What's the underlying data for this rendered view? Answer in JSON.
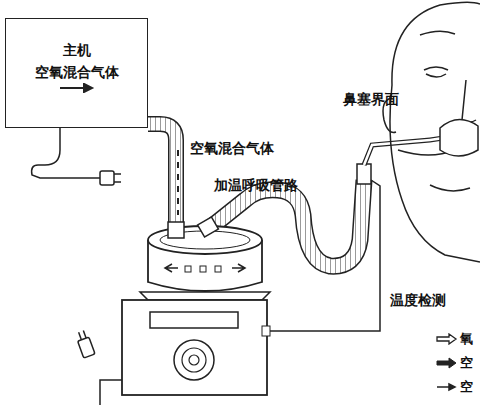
{
  "diagram": {
    "nodes": [
      {
        "text": [
          "主机",
          "空氧混合气体"
        ]
      }
    ],
    "labels": [
      "空氧混合气体",
      "加温呼吸管路",
      "鼻塞界面",
      "温度检测"
    ],
    "legend": [
      {
        "text": "氧"
      },
      {
        "text": "空"
      },
      {
        "text": "空"
      }
    ]
  }
}
